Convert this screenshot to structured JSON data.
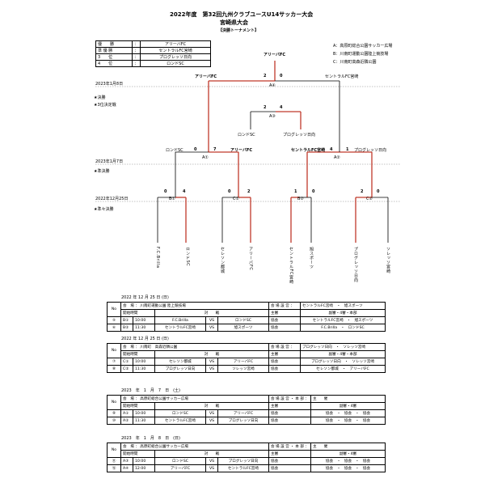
{
  "title": "2022年度　第32回九州クラブユースU14サッカー大会",
  "subtitle": "宮崎県大会",
  "bracket_label": "【決勝トーナメント】",
  "results": [
    {
      "rank": "優　　勝",
      "team": "アリーバFC"
    },
    {
      "rank": "準 優 勝",
      "team": "セントラルFC宮崎"
    },
    {
      "rank": "3　　位",
      "team": "プログレッソ日向"
    },
    {
      "rank": "4　　位",
      "team": "ロンドSC"
    }
  ],
  "venues": [
    "A：高原町総合公園サッカー広場",
    "B：川南町運動公園陸上競技場",
    "C：川南町高森近隣公園"
  ],
  "rounds": [
    {
      "date": "2023年1月8日",
      "labels": [
        "★決勝",
        "★3位決定戦"
      ]
    },
    {
      "date": "2023年1月7日",
      "labels": [
        "★準決勝"
      ]
    },
    {
      "date": "2022年12月25日",
      "labels": [
        "★準々決勝"
      ]
    }
  ],
  "bracket": {
    "champion": "アリーバFC",
    "final": {
      "code": "A④",
      "left": "アリーバFC",
      "right": "セントラルFC宮崎",
      "score_l": "2",
      "score_r": "0"
    },
    "third": {
      "code": "A③",
      "left": "ロンドSC",
      "right": "プログレッソ日向",
      "score_l": "2",
      "score_r": "4"
    },
    "sf1": {
      "code": "A①",
      "left": "ロンドSC",
      "right": "アリーバFC",
      "score_l": "0",
      "score_r": "7"
    },
    "sf2": {
      "code": "A②",
      "left": "セントラルFC宮崎",
      "right": "プログレッソ日向",
      "score_l": "4",
      "score_r": "1"
    },
    "qf": [
      {
        "code": "B①",
        "score_l": "0",
        "score_r": "4"
      },
      {
        "code": "C①",
        "score_l": "0",
        "score_r": "2"
      },
      {
        "code": "B②",
        "score_l": "1",
        "score_r": "0"
      },
      {
        "code": "C②",
        "score_l": "2",
        "score_r": "0"
      }
    ],
    "teams": [
      "F.C.Brilla",
      "ロンドSC",
      "セレソン都城",
      "アリーバFC",
      "セントラルFC宮崎",
      "旭スポーツ",
      "プログレッソ日向",
      "ソレッソ宮崎"
    ]
  },
  "schedules": [
    {
      "date": "2022 年 12 月 25 日 (日)",
      "venue": "会　場 ： 川南町運動公園 陸上競技場",
      "host_label": "会 場 設 営 ：",
      "host": "セントラルFC宮崎　・　旭スポーツ",
      "hdr": [
        "No",
        "開始時間",
        "対　　戦",
        "主審",
        "副審・4審・本部"
      ],
      "rows": [
        [
          "⑤",
          "B①",
          "10:00",
          "F.C.Brilla",
          "VS",
          "ロンドSC",
          "協会",
          "セントラルFC宮崎　・　旭スポーツ"
        ],
        [
          "⑥",
          "B②",
          "11:30",
          "セントラルFC宮崎",
          "VS",
          "旭スポーツ",
          "協会",
          "F.C.Brilla　・　ロンドSC"
        ]
      ]
    },
    {
      "date": "2022 年 12 月 25 日 (日)",
      "venue": "会　場 ： 川南町　高森近隣公園",
      "host_label": "会 場 設 営 ：",
      "host": "プログレッソ日向　・　ソレッソ宮崎",
      "hdr": [
        "No",
        "開始時間",
        "対　　戦",
        "主審",
        "副審・4審・本部"
      ],
      "rows": [
        [
          "⑦",
          "C①",
          "10:00",
          "セレソン都城",
          "VS",
          "アリーバFC",
          "協会",
          "プログレッソ日向　・　ソレッソ宮崎"
        ],
        [
          "⑧",
          "C②",
          "11:30",
          "プログレッソ日向",
          "VS",
          "ソレッソ宮崎",
          "協会",
          "セレソン都城　・　アリーバFC"
        ]
      ]
    },
    {
      "date": "2023　年　1　月　7　日　(土)",
      "venue": "会　場 ： 高原町総合公園サッカー広場",
      "host_label": "会 場 設 営 ・ 本 部 ：",
      "host": "主　　催",
      "hdr": [
        "No",
        "開始時間",
        "対　　戦",
        "主審",
        "副審・4審"
      ],
      "rows": [
        [
          "⑨",
          "A①",
          "10:00",
          "ロンドSC",
          "VS",
          "アリーバFC",
          "協会",
          "協会　・　協会　・　協会"
        ],
        [
          "⑩",
          "A②",
          "11:30",
          "セントラルFC宮崎",
          "VS",
          "プログレッソ日向",
          "協会",
          "協会　・　協会　・　協会"
        ]
      ]
    },
    {
      "date": "2023　年　1　月　8　日　(日)",
      "venue": "会　場 ： 高原町総合公園サッカー広場",
      "host_label": "会 場 設 営 ・ 本 部 ：",
      "host": "主　　催",
      "hdr": [
        "No",
        "開始時間",
        "対　　戦",
        "主審",
        "副審・4審"
      ],
      "rows": [
        [
          "⑪",
          "A③",
          "10:00",
          "ロンドSC",
          "VS",
          "プログレッソ日向",
          "協会",
          "協会　・　協会　・　協会"
        ],
        [
          "⑫",
          "A④",
          "12:00",
          "アリーバFC",
          "VS",
          "セントラルFC宮崎",
          "協会",
          "協会　・　協会　・　協会"
        ]
      ]
    }
  ]
}
